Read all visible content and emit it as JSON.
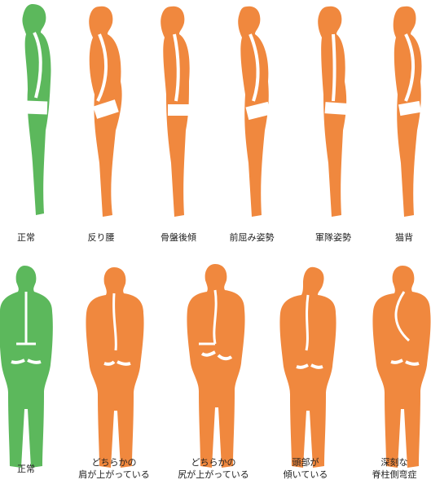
{
  "colors": {
    "normal": "#5cb85c",
    "abnormal": "#f0883e",
    "spine": "#ffffff",
    "label_text": "#222222"
  },
  "side_view_row": {
    "items": [
      {
        "label": "正常",
        "type": "normal"
      },
      {
        "label": "反り腰",
        "type": "abnormal"
      },
      {
        "label": "骨盤後傾",
        "type": "abnormal"
      },
      {
        "label": "前屈み姿勢",
        "type": "abnormal"
      },
      {
        "label": "軍隊姿勢",
        "type": "abnormal"
      },
      {
        "label": "猫背",
        "type": "abnormal"
      }
    ]
  },
  "back_view_row": {
    "items": [
      {
        "label_line1": "正常",
        "label_line2": "",
        "type": "normal"
      },
      {
        "label_line1": "どちらかの",
        "label_line2": "肩が上がっている",
        "type": "abnormal"
      },
      {
        "label_line1": "どちらかの",
        "label_line2": "尻が上がっている",
        "type": "abnormal"
      },
      {
        "label_line1": "頭部が",
        "label_line2": "傾いている",
        "type": "abnormal"
      },
      {
        "label_line1": "深刻な",
        "label_line2": "脊柱側弯症",
        "type": "abnormal"
      }
    ]
  }
}
